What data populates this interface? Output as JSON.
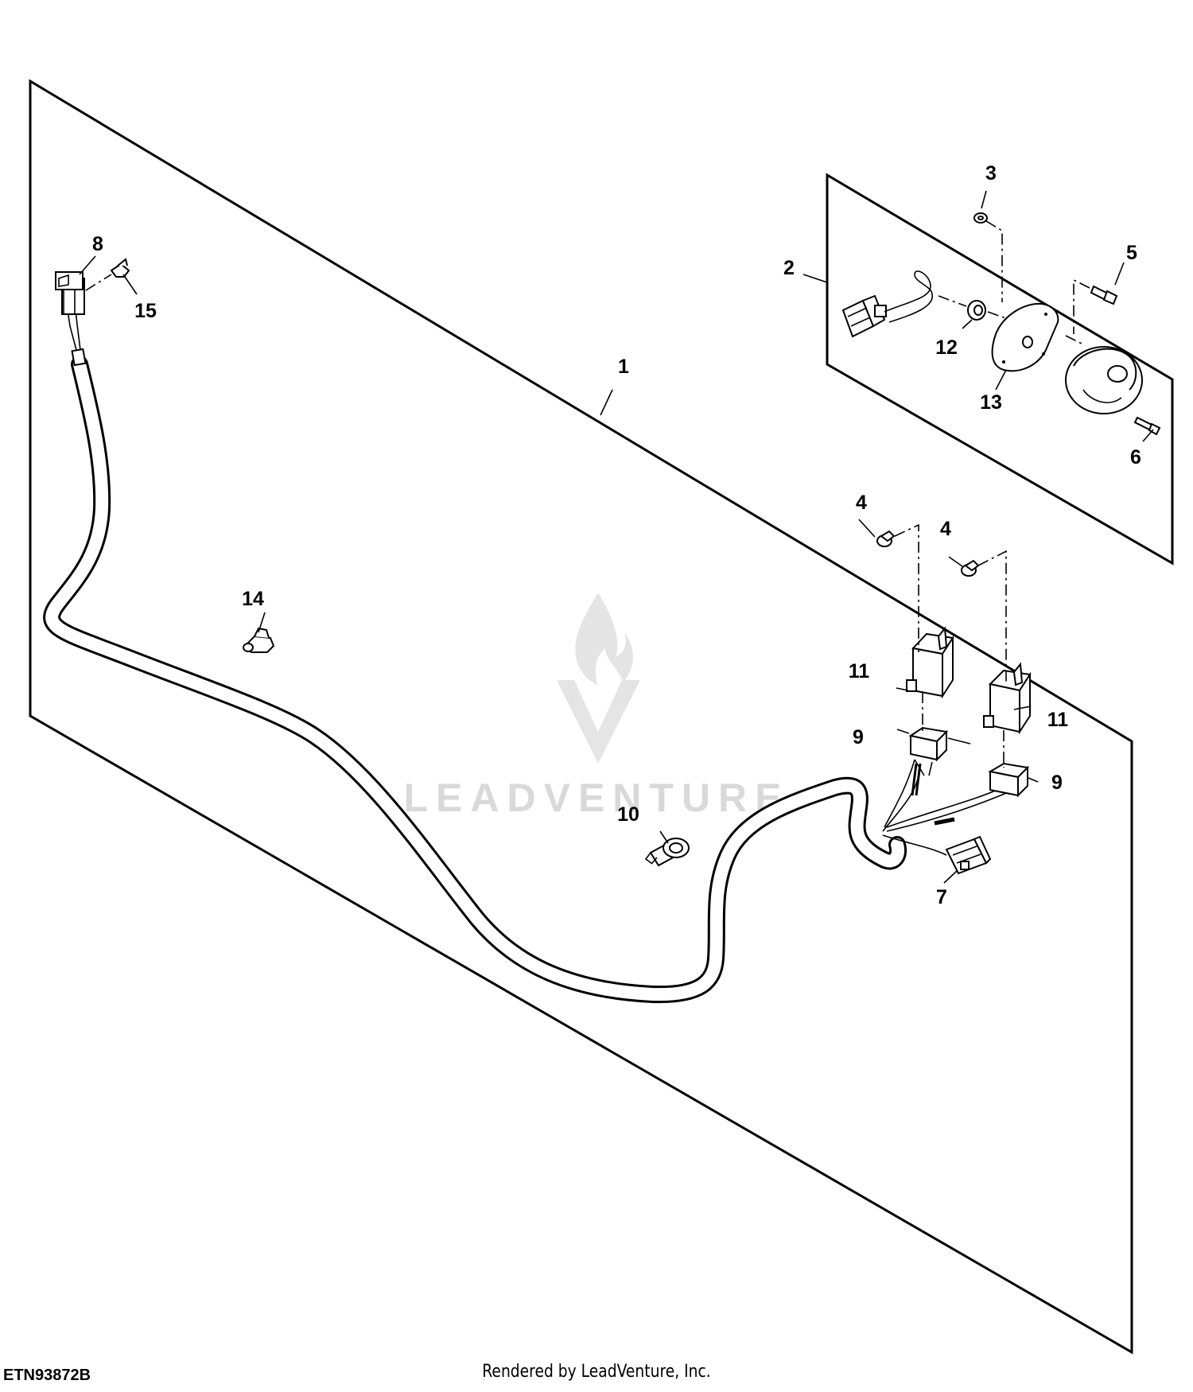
{
  "diagram": {
    "figure_id": "ETN93872B",
    "credit": "Rendered by LeadVenture, Inc.",
    "watermark": "LEADVENTURE",
    "callouts": {
      "c1": "1",
      "c2": "2",
      "c3": "3",
      "c4a": "4",
      "c4b": "4",
      "c5": "5",
      "c6": "6",
      "c7": "7",
      "c8": "8",
      "c9a": "9",
      "c9b": "9",
      "c10": "10",
      "c11a": "11",
      "c11b": "11",
      "c12": "12",
      "c13": "13",
      "c14": "14",
      "c15": "15"
    },
    "colors": {
      "line": "#000000",
      "background": "#ffffff",
      "watermark": "#d9d9d9"
    }
  }
}
